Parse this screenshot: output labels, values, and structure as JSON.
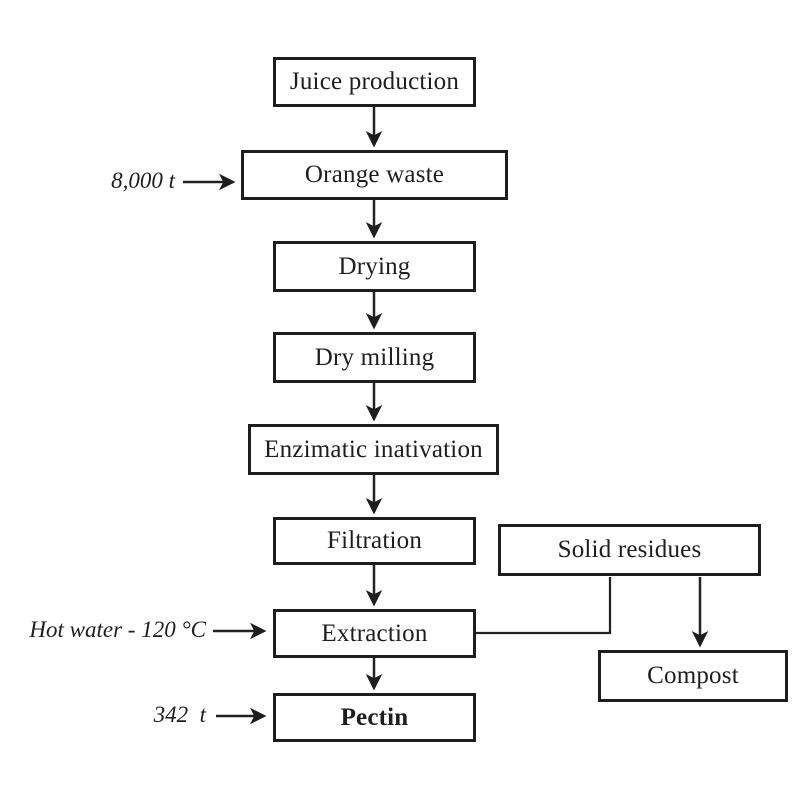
{
  "nodes": {
    "juice_production": "Juice production",
    "orange_waste": "Orange waste",
    "drying": "Drying",
    "dry_milling": "Dry milling",
    "enzimatic_inativation": "Enzimatic inativation",
    "filtration": "Filtration",
    "solid_residues": "Solid residues",
    "extraction": "Extraction",
    "pectin": "Pectin",
    "compost": "Compost"
  },
  "annotations": {
    "orange_waste_input": "8,000 t",
    "extraction_input": "Hot water - 120 °C",
    "pectin_output": "342  t"
  },
  "edges": [
    {
      "from": "juice_production",
      "to": "orange_waste",
      "type": "arrow"
    },
    {
      "from": "orange_waste",
      "to": "drying",
      "type": "arrow"
    },
    {
      "from": "drying",
      "to": "dry_milling",
      "type": "arrow"
    },
    {
      "from": "dry_milling",
      "to": "enzimatic_inativation",
      "type": "arrow"
    },
    {
      "from": "enzimatic_inativation",
      "to": "filtration",
      "type": "arrow"
    },
    {
      "from": "filtration",
      "to": "extraction",
      "type": "arrow"
    },
    {
      "from": "extraction",
      "to": "pectin",
      "type": "arrow"
    },
    {
      "from": "extraction",
      "to": "solid_residues",
      "type": "elbow-line"
    },
    {
      "from": "solid_residues",
      "to": "compost",
      "type": "arrow"
    },
    {
      "from": "orange_waste_input",
      "to": "orange_waste",
      "type": "arrow"
    },
    {
      "from": "extraction_input",
      "to": "extraction",
      "type": "arrow"
    },
    {
      "from": "pectin_output",
      "to": "pectin",
      "type": "arrow"
    }
  ],
  "colors": {
    "ink": "#1e1e1e",
    "background": "#ffffff"
  }
}
